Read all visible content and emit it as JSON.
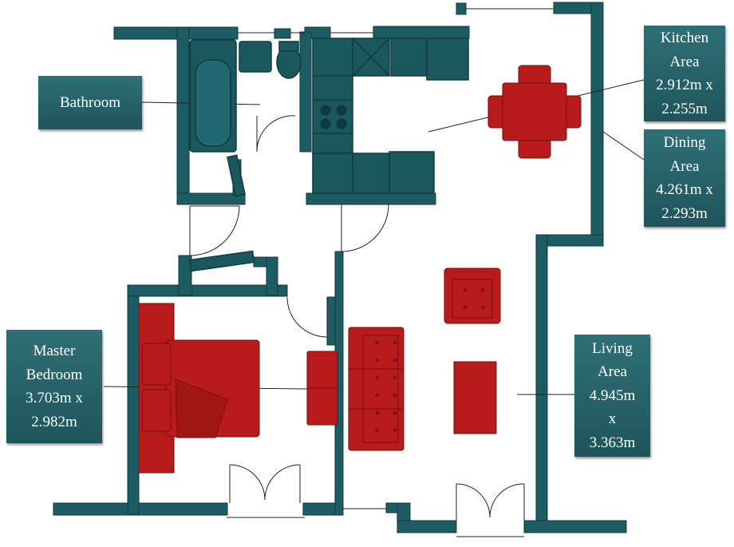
{
  "colors": {
    "wall": "#1d5c62",
    "furniture": "#b81b1b",
    "label_bg": "#2a666d",
    "label_text": "#ffffff",
    "door_line": "#222222"
  },
  "rooms": {
    "bathroom": {
      "lines": [
        "Bathroom"
      ]
    },
    "kitchen": {
      "lines": [
        "Kitchen",
        "Area",
        "2.912m x",
        "2.255m"
      ]
    },
    "dining": {
      "lines": [
        "Dining",
        "Area",
        "4.261m x",
        "2.293m"
      ]
    },
    "bedroom": {
      "lines": [
        "Master",
        "Bedroom",
        "3.703m x",
        "2.982m"
      ]
    },
    "living": {
      "lines": [
        "Living",
        "Area",
        "4.945m",
        "x",
        "3.363m"
      ]
    }
  }
}
